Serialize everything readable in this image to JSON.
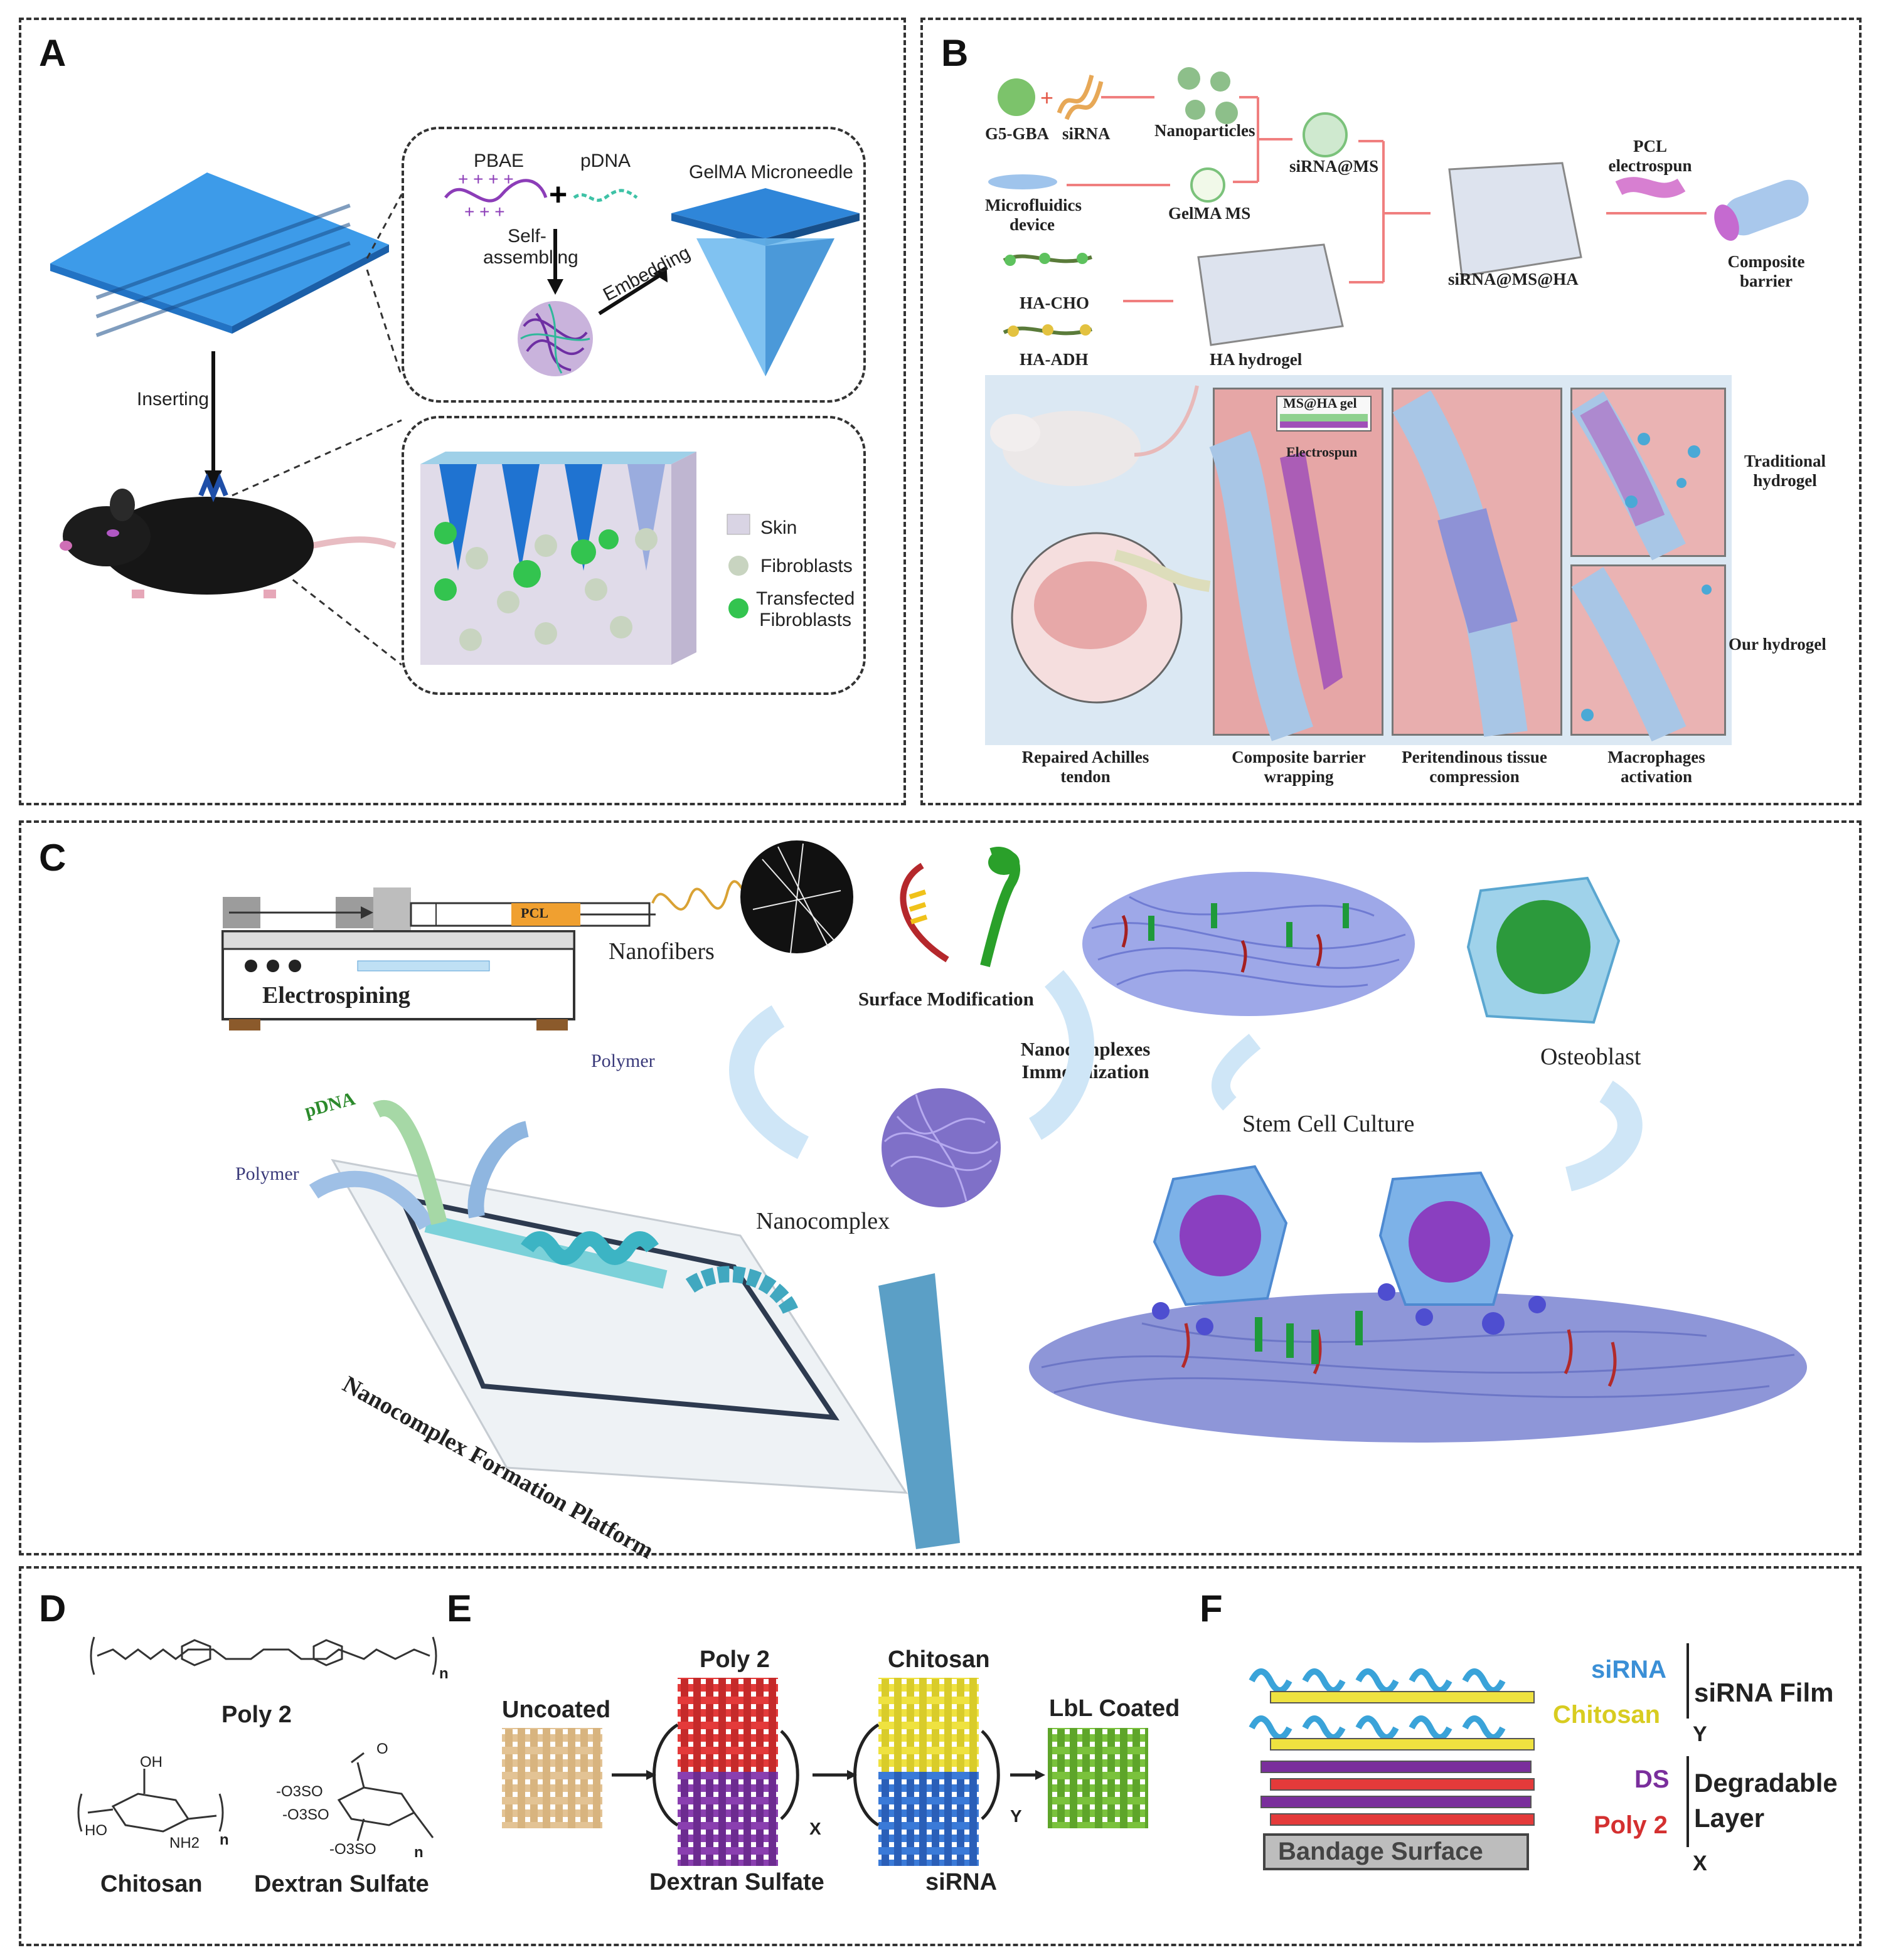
{
  "panels": {
    "A": {
      "label": "A",
      "pbae": "PBAE",
      "pdna": "pDNA",
      "self_assembling_1": "Self-",
      "self_assembling_2": "assembling",
      "embedding": "Embedding",
      "gelma": "GelMA Microneedle",
      "inserting": "Inserting",
      "legend": {
        "skin": "Skin",
        "fibroblasts": "Fibroblasts",
        "transfected_1": "Transfected",
        "transfected_2": "Fibroblasts"
      }
    },
    "B": {
      "label": "B",
      "g5": "G5-GBA",
      "sirna": "siRNA",
      "nanoparticles": "Nanoparticles",
      "sirna_ms": "siRNA@MS",
      "micro_1": "Microfluidics",
      "micro_2": "device",
      "gelma_ms": "GelMA MS",
      "ha_cho": "HA-CHO",
      "ha_adh": "HA-ADH",
      "ha_hydrogel": "HA hydrogel",
      "sirna_ms_ha": "siRNA@MS@HA",
      "pcl_1": "PCL",
      "pcl_2": "electrospun",
      "composite_1": "Composite",
      "composite_2": "barrier",
      "ms_ha_gel": "MS@HA gel",
      "electrospun": "Electrospun",
      "traditional_1": "Traditional",
      "traditional_2": "hydrogel",
      "our_hydrogel": "Our hydrogel",
      "cap1_1": "Repaired Achilles",
      "cap1_2": "tendon",
      "cap2_1": "Composite barrier",
      "cap2_2": "wrapping",
      "cap3_1": "Peritendinous tissue",
      "cap3_2": "compression",
      "cap4_1": "Macrophages",
      "cap4_2": "activation"
    },
    "C": {
      "label": "C",
      "pcl": "PCL",
      "electrospining": "Electrospining",
      "nanofibers": "Nanofibers",
      "surface_mod": "Surface Modification",
      "immob_1": "Nanocomplexes",
      "immob_2": "Immobilization",
      "osteoblast": "Osteoblast",
      "polymer_top": "Polymer",
      "pdna": "pDNA",
      "polymer_left": "Polymer",
      "nanocomplex": "Nanocomplex",
      "stem_cell": "Stem Cell Culture",
      "platform": "Nanocomplex Formation Platform"
    },
    "D": {
      "label": "D",
      "poly2": "Poly 2",
      "chitosan": "Chitosan",
      "dextran": "Dextran Sulfate",
      "sub_n": "n",
      "oh": "OH",
      "ho": "HO",
      "nh2": "NH2",
      "o": "O",
      "oso3_1": "-O3SO",
      "oso3_2": "-O3SO",
      "oso3_3": "-O3SO"
    },
    "E": {
      "label": "E",
      "uncoated": "Uncoated",
      "poly2": "Poly 2",
      "dextran": "Dextran Sulfate",
      "chitosan": "Chitosan",
      "sirna": "siRNA",
      "lbl": "LbL Coated",
      "x": "X",
      "y": "Y"
    },
    "F": {
      "label": "F",
      "sirna": "siRNA",
      "chitosan": "Chitosan",
      "sirna_film": "siRNA Film",
      "y": "Y",
      "ds": "DS",
      "degradable_1": "Degradable",
      "degradable_2": "Layer",
      "poly2": "Poly 2",
      "x": "X",
      "bandage": "Bandage Surface"
    }
  },
  "colors": {
    "blue": "#4a90d9",
    "purple": "#7b3fa0",
    "red": "#d83a3a",
    "yellow": "#ecdf3e",
    "green": "#6fb83a",
    "tan": "#e3c394",
    "salmon": "#f08080",
    "pink_tissue": "#e9b6b0"
  }
}
